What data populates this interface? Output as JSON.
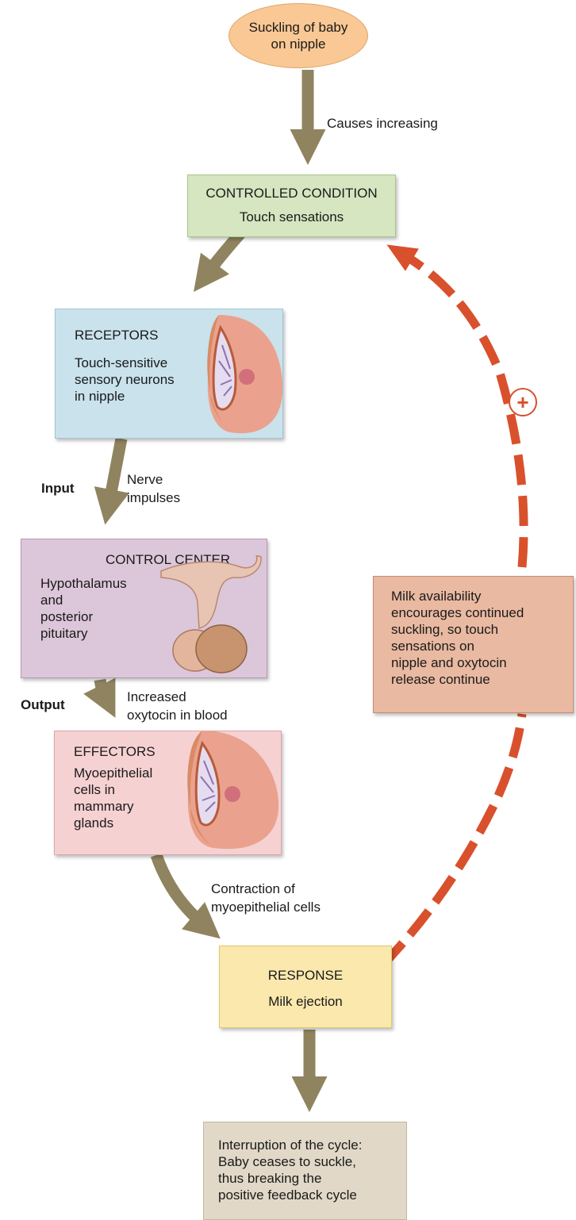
{
  "start": {
    "line1": "Suckling of baby",
    "line2": "on nipple"
  },
  "labels": {
    "causes": "Causes increasing",
    "input": "Input",
    "nerve1": "Nerve",
    "nerve2": "impulses",
    "output": "Output",
    "oxy1": "Increased",
    "oxy2": "oxytocin in blood",
    "contr1": "Contraction of",
    "contr2": "myoepithelial cells",
    "plus": "+"
  },
  "controlled_condition": {
    "title": "CONTROLLED CONDITION",
    "text": "Touch sensations"
  },
  "receptors": {
    "title": "RECEPTORS",
    "lines": [
      "Touch-sensitive",
      "sensory neurons",
      "in nipple"
    ]
  },
  "control_center": {
    "title": "CONTROL CENTER",
    "lines": [
      "Hypothalamus",
      "and",
      "posterior",
      "pituitary"
    ]
  },
  "effectors": {
    "title": "EFFECTORS",
    "lines": [
      "Myoepithelial",
      "cells in",
      "mammary",
      "glands"
    ]
  },
  "response": {
    "title": "RESPONSE",
    "text": "Milk ejection"
  },
  "feedback_note": {
    "lines": [
      "Milk availability",
      "encourages continued",
      "suckling, so touch",
      "sensations on",
      "nipple and oxytocin",
      "release continue"
    ]
  },
  "interruption": {
    "lines": [
      "Interruption of the cycle:",
      "Baby ceases to suckle,",
      "thus breaking the",
      "positive feedback cycle"
    ]
  },
  "colors": {
    "arrow": "#8f845f",
    "feedback": "#d9502d"
  }
}
